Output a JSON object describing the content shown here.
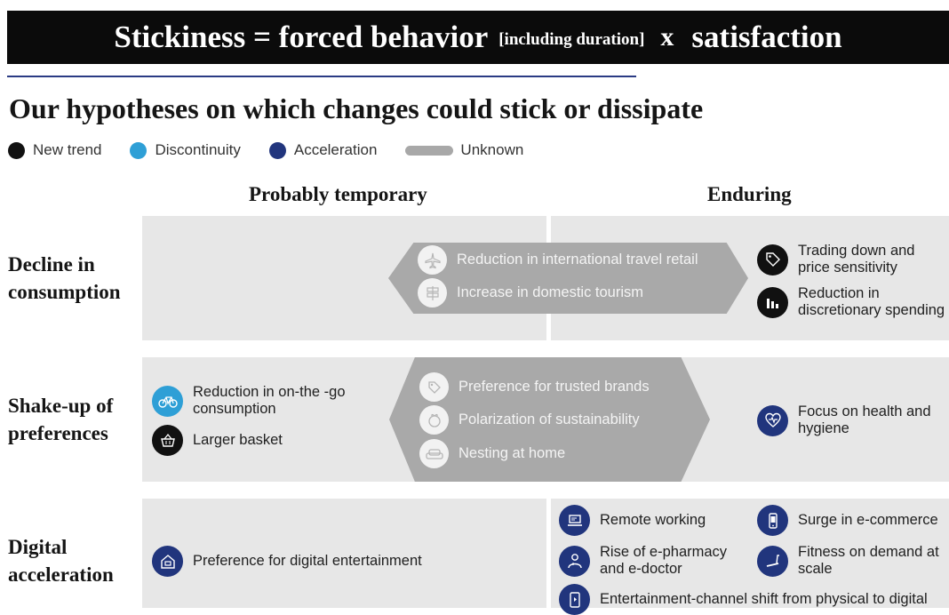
{
  "banner": {
    "lhs": "Stickiness = forced behavior",
    "note": "[including duration]",
    "op": "x",
    "rhs": "satisfaction"
  },
  "heading": "Our hypotheses on which changes could stick or dissipate",
  "legend": {
    "new_trend": "New trend",
    "discontinuity": "Discontinuity",
    "acceleration": "Acceleration",
    "unknown": "Unknown"
  },
  "columns": {
    "temporary": "Probably temporary",
    "enduring": "Enduring"
  },
  "rows": {
    "decline": {
      "label_line1": "Decline in",
      "label_line2": "consumption",
      "unknown": [
        "Reduction in international travel retail",
        "Increase in domestic tourism"
      ],
      "enduring": [
        "Trading down and price sensitivity",
        "Reduction in discretionary spending"
      ]
    },
    "shakeup": {
      "label_line1": "Shake-up of",
      "label_line2": "preferences",
      "temporary": [
        "Reduction in on-the -go consumption",
        "Larger basket"
      ],
      "unknown": [
        "Preference for trusted brands",
        "Polarization of sustainability",
        "Nesting at home"
      ],
      "enduring": [
        "Focus on health and hygiene"
      ]
    },
    "digital": {
      "label_line1": "Digital",
      "label_line2": "acceleration",
      "temporary": [
        "Preference for digital entertainment"
      ],
      "enduring": [
        "Remote working",
        "Surge in e-commerce",
        "Rise of e-pharmacy and e-doctor",
        "Fitness on demand at scale",
        "Entertainment-channel shift from physical to digital"
      ]
    }
  },
  "colors": {
    "new_trend": "#111111",
    "discontinuity": "#2e9fd6",
    "acceleration": "#21357d",
    "unknown": "#a9a9a9",
    "panel": "#e7e7e7"
  },
  "icons": {
    "travel_retail": "airplane-icon",
    "domestic_tourism": "signpost-icon",
    "trading_down": "price-tag-icon",
    "discretionary": "bar-chart-down-icon",
    "on_the_go": "bicycle-icon",
    "larger_basket": "basket-icon",
    "trusted_brands": "tag-icon",
    "sustainability": "leaf-icon",
    "nesting": "sofa-icon",
    "health": "heart-icon",
    "digital_entertainment": "tv-icon",
    "remote_working": "laptop-icon",
    "e_commerce": "smartphone-icon",
    "e_pharmacy": "doctor-icon",
    "fitness": "treadmill-icon",
    "entertainment_shift": "tablet-icon"
  }
}
